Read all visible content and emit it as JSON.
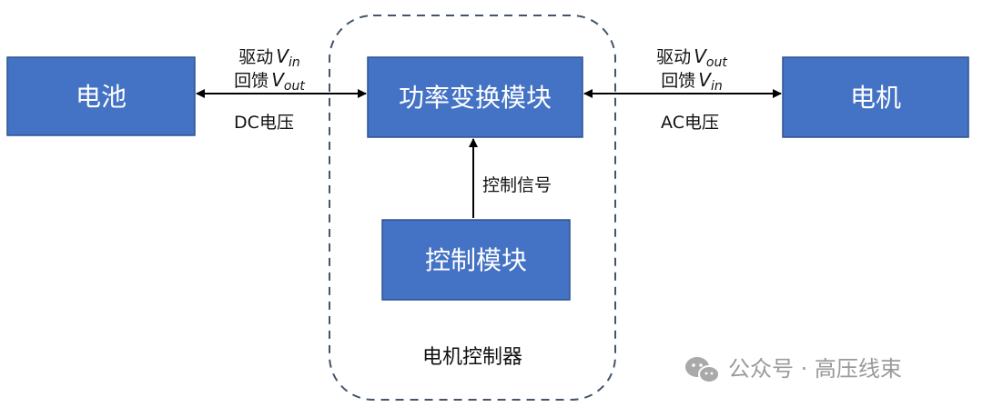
{
  "boxes": {
    "battery": "电池",
    "power_module": "功率变换模块",
    "motor": "电机",
    "control_module": "控制模块"
  },
  "group_label": "电机控制器",
  "links": {
    "battery_power": {
      "drive_prefix": "驱动",
      "drive_var": "V",
      "drive_sub": "in",
      "feedback_prefix": "回馈",
      "feedback_var": "V",
      "feedback_sub": "out",
      "voltage": "DC电压"
    },
    "power_motor": {
      "drive_prefix": "驱动",
      "drive_var": "V",
      "drive_sub": "out",
      "feedback_prefix": "回馈",
      "feedback_var": "V",
      "feedback_sub": "in",
      "voltage": "AC电压"
    },
    "control_power": {
      "label": "控制信号"
    }
  },
  "watermark": {
    "text": "公众号 · 高压线束",
    "icon": "wechat-icon"
  },
  "colors": {
    "box_fill": "#4472c4",
    "box_stroke": "#2f528f",
    "group_border": "#44546a",
    "arrow": "#000000"
  }
}
